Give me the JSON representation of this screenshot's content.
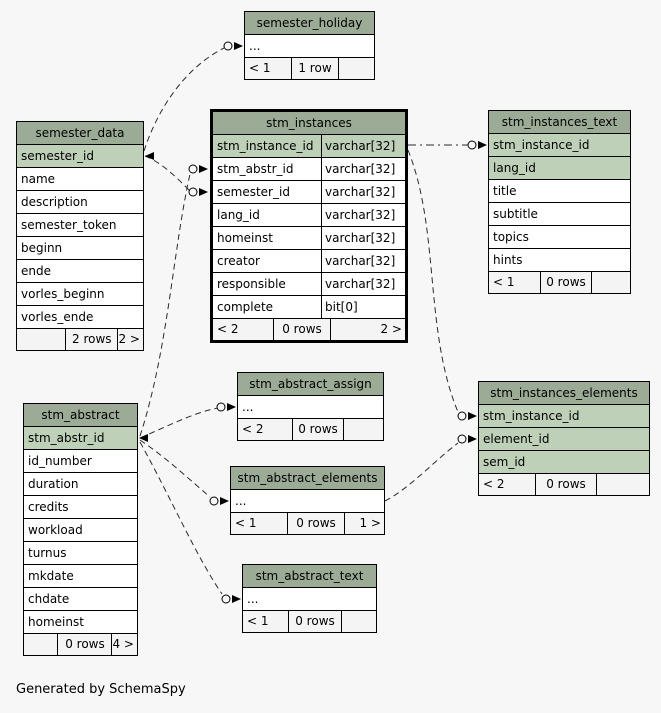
{
  "diagram": {
    "footer_note": "Generated by SchemaSpy",
    "colors": {
      "background": "#f7f7f7",
      "header_green": "#9BAB96",
      "key_green": "#BED1B8",
      "footer_gray": "#f4f4f4",
      "line": "#2b2b2b"
    },
    "tables": [
      {
        "id": "semester_holiday",
        "title": "semester_holiday",
        "emphasized": false,
        "columns": [
          {
            "name": "...",
            "key": false
          }
        ],
        "footer": {
          "left": "< 1",
          "center": "1 row",
          "right": ""
        }
      },
      {
        "id": "semester_data",
        "title": "semester_data",
        "emphasized": false,
        "columns": [
          {
            "name": "semester_id",
            "key": true
          },
          {
            "name": "name",
            "key": false
          },
          {
            "name": "description",
            "key": false
          },
          {
            "name": "semester_token",
            "key": false
          },
          {
            "name": "beginn",
            "key": false
          },
          {
            "name": "ende",
            "key": false
          },
          {
            "name": "vorles_beginn",
            "key": false
          },
          {
            "name": "vorles_ende",
            "key": false
          }
        ],
        "footer": {
          "left": "",
          "center": "2 rows",
          "right": "2 >"
        }
      },
      {
        "id": "stm_instances",
        "title": "stm_instances",
        "emphasized": true,
        "columns": [
          {
            "name": "stm_instance_id",
            "type": "varchar[32]",
            "key": true
          },
          {
            "name": "stm_abstr_id",
            "type": "varchar[32]",
            "key": false
          },
          {
            "name": "semester_id",
            "type": "varchar[32]",
            "key": false
          },
          {
            "name": "lang_id",
            "type": "varchar[32]",
            "key": false
          },
          {
            "name": "homeinst",
            "type": "varchar[32]",
            "key": false
          },
          {
            "name": "creator",
            "type": "varchar[32]",
            "key": false
          },
          {
            "name": "responsible",
            "type": "varchar[32]",
            "key": false
          },
          {
            "name": "complete",
            "type": "bit[0]",
            "key": false
          }
        ],
        "footer": {
          "left": "< 2",
          "center": "0 rows",
          "right": "2 >"
        }
      },
      {
        "id": "stm_instances_text",
        "title": "stm_instances_text",
        "emphasized": false,
        "columns": [
          {
            "name": "stm_instance_id",
            "key": true
          },
          {
            "name": "lang_id",
            "key": true
          },
          {
            "name": "title",
            "key": false
          },
          {
            "name": "subtitle",
            "key": false
          },
          {
            "name": "topics",
            "key": false
          },
          {
            "name": "hints",
            "key": false
          }
        ],
        "footer": {
          "left": "< 1",
          "center": "0 rows",
          "right": ""
        }
      },
      {
        "id": "stm_abstract",
        "title": "stm_abstract",
        "emphasized": false,
        "columns": [
          {
            "name": "stm_abstr_id",
            "key": true
          },
          {
            "name": "id_number",
            "key": false
          },
          {
            "name": "duration",
            "key": false
          },
          {
            "name": "credits",
            "key": false
          },
          {
            "name": "workload",
            "key": false
          },
          {
            "name": "turnus",
            "key": false
          },
          {
            "name": "mkdate",
            "key": false
          },
          {
            "name": "chdate",
            "key": false
          },
          {
            "name": "homeinst",
            "key": false
          }
        ],
        "footer": {
          "left": "",
          "center": "0 rows",
          "right": "4 >"
        }
      },
      {
        "id": "stm_abstract_assign",
        "title": "stm_abstract_assign",
        "emphasized": false,
        "columns": [
          {
            "name": "...",
            "key": false
          }
        ],
        "footer": {
          "left": "< 2",
          "center": "0 rows",
          "right": ""
        }
      },
      {
        "id": "stm_instances_elements",
        "title": "stm_instances_elements",
        "emphasized": false,
        "columns": [
          {
            "name": "stm_instance_id",
            "key": true
          },
          {
            "name": "element_id",
            "key": true
          },
          {
            "name": "sem_id",
            "key": true
          }
        ],
        "footer": {
          "left": "< 2",
          "center": "0 rows",
          "right": ""
        }
      },
      {
        "id": "stm_abstract_elements",
        "title": "stm_abstract_elements",
        "emphasized": false,
        "columns": [
          {
            "name": "...",
            "key": false
          }
        ],
        "footer": {
          "left": "< 1",
          "center": "0 rows",
          "right": "1 >"
        }
      },
      {
        "id": "stm_abstract_text",
        "title": "stm_abstract_text",
        "emphasized": false,
        "columns": [
          {
            "name": "...",
            "key": false
          }
        ],
        "footer": {
          "left": "< 1",
          "center": "0 rows",
          "right": ""
        }
      }
    ],
    "relationships": [
      {
        "from": "semester_data.semester_id",
        "to": "semester_holiday",
        "style": "dashed"
      },
      {
        "from": "semester_data.semester_id",
        "to": "stm_instances.semester_id",
        "style": "dashed"
      },
      {
        "from": "stm_abstract.stm_abstr_id",
        "to": "stm_instances.stm_abstr_id",
        "style": "dashed"
      },
      {
        "from": "stm_instances.stm_instance_id",
        "to": "stm_instances_text.stm_instance_id",
        "style": "dash-dot"
      },
      {
        "from": "stm_instances.stm_instance_id",
        "to": "stm_instances_elements.stm_instance_id",
        "style": "dashed"
      },
      {
        "from": "stm_abstract_elements",
        "to": "stm_instances_elements.element_id",
        "style": "dashed"
      },
      {
        "from": "stm_abstract.stm_abstr_id",
        "to": "stm_abstract_assign",
        "style": "dashed"
      },
      {
        "from": "stm_abstract.stm_abstr_id",
        "to": "stm_abstract_elements",
        "style": "dashed"
      },
      {
        "from": "stm_abstract.stm_abstr_id",
        "to": "stm_abstract_text",
        "style": "dashed"
      }
    ]
  }
}
